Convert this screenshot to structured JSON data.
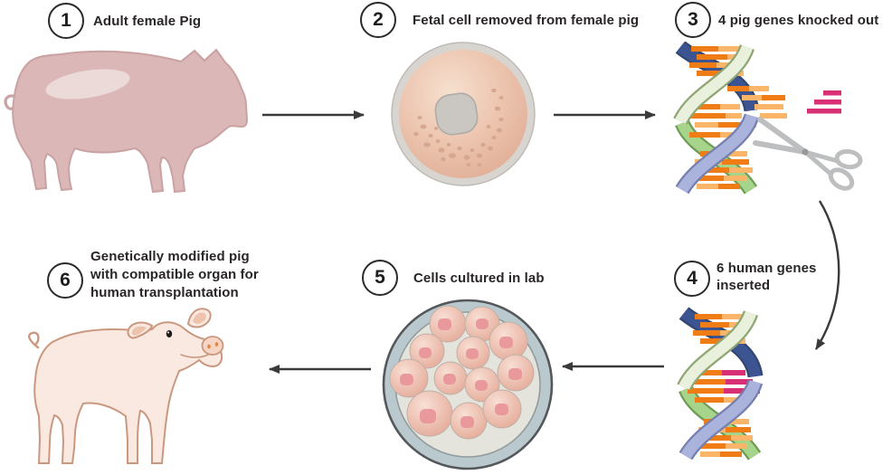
{
  "diagram": {
    "subject": "Pig gene editing for human organ transplantation",
    "steps": [
      {
        "number": "1",
        "label": "Adult female Pig",
        "illustration": "adult-pig"
      },
      {
        "number": "2",
        "label": "Fetal cell removed from female pig",
        "illustration": "fetal-cell"
      },
      {
        "number": "3",
        "label": "4 pig genes knocked out",
        "illustration": "dna-with-scissors"
      },
      {
        "number": "4",
        "label": "6 human genes\ninserted",
        "illustration": "dna-with-inserted-genes"
      },
      {
        "number": "5",
        "label": "Cells cultured in lab",
        "illustration": "petri-dish-with-cells"
      },
      {
        "number": "6",
        "label": "Genetically modified pig\nwith compatible organ for\nhuman transplantation",
        "illustration": "piglet"
      }
    ],
    "flow_arrows": [
      "step1-to-step2-right",
      "step2-to-step3-right",
      "step3-to-step4-curved-down",
      "step4-to-step5-left",
      "step5-to-step6-left"
    ],
    "palette": {
      "text": "#2a2627",
      "arrow": "#3a3a3a",
      "adult_pig_body": "#dcb7b7",
      "adult_pig_outline": "#c9a2a2",
      "adult_pig_highlight": "#ecdad8",
      "cell_cytoplasm": "#e8bca6",
      "cell_nucleus": "#cac7c2",
      "dish_rim": "#bac9ce",
      "dish_interior": "#e4e4dc",
      "cultured_cell": "#eec0af",
      "cultured_cell_nucleus": "#e9999c",
      "piglet_body": "#f9e9e0",
      "piglet_outline": "#c9987f",
      "dna_blue": "#3d5493",
      "dna_pale_green": "#e9f0dc",
      "dna_green": "#a6d48b",
      "dna_lavender": "#a9b3db",
      "gene_orange_dark": "#f07c15",
      "gene_orange_light": "#fbb568",
      "gene_magenta": "#d92f74",
      "scissors": "#bdbebf"
    }
  }
}
